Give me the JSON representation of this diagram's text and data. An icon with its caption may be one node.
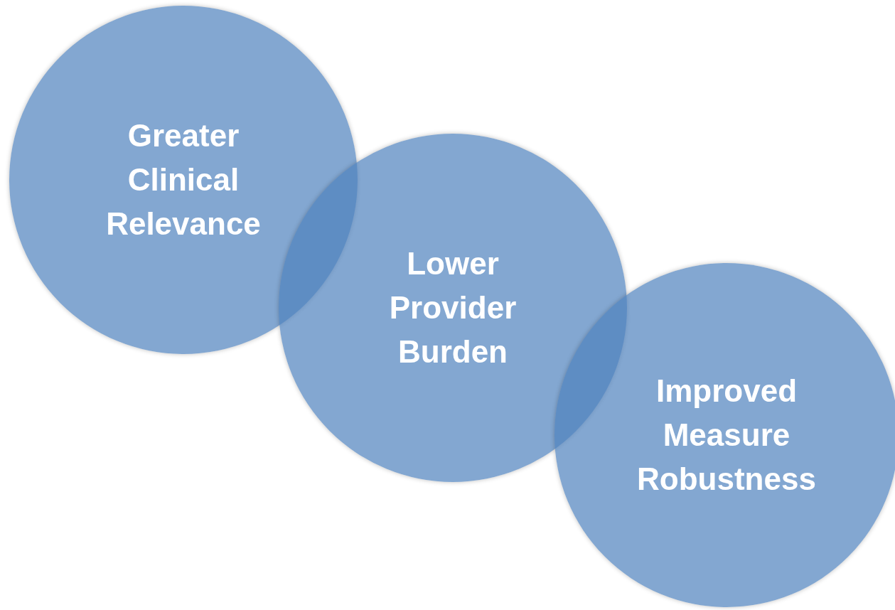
{
  "diagram": {
    "nodes": [
      {
        "text": [
          "Greater Clinical Relevance"
        ]
      },
      {
        "text": [
          "Lower Provider Burden"
        ]
      },
      {
        "text": [
          "Improved Measure Robustness"
        ]
      }
    ]
  }
}
